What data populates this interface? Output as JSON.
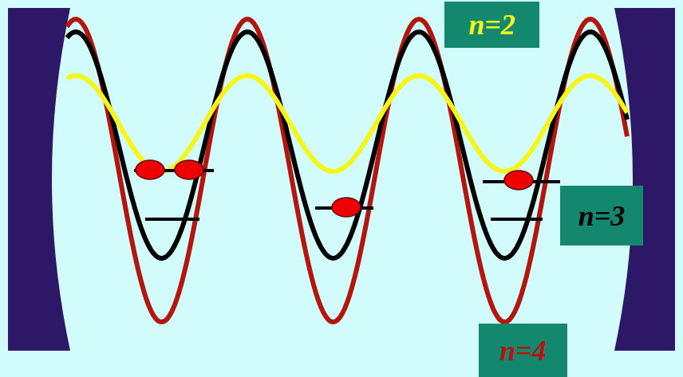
{
  "diagram": {
    "nodes": [
      {
        "text": [
          "n=2"
        ]
      },
      {
        "text": [
          "n=3"
        ]
      },
      {
        "text": [
          "n=4"
        ]
      }
    ]
  }
}
